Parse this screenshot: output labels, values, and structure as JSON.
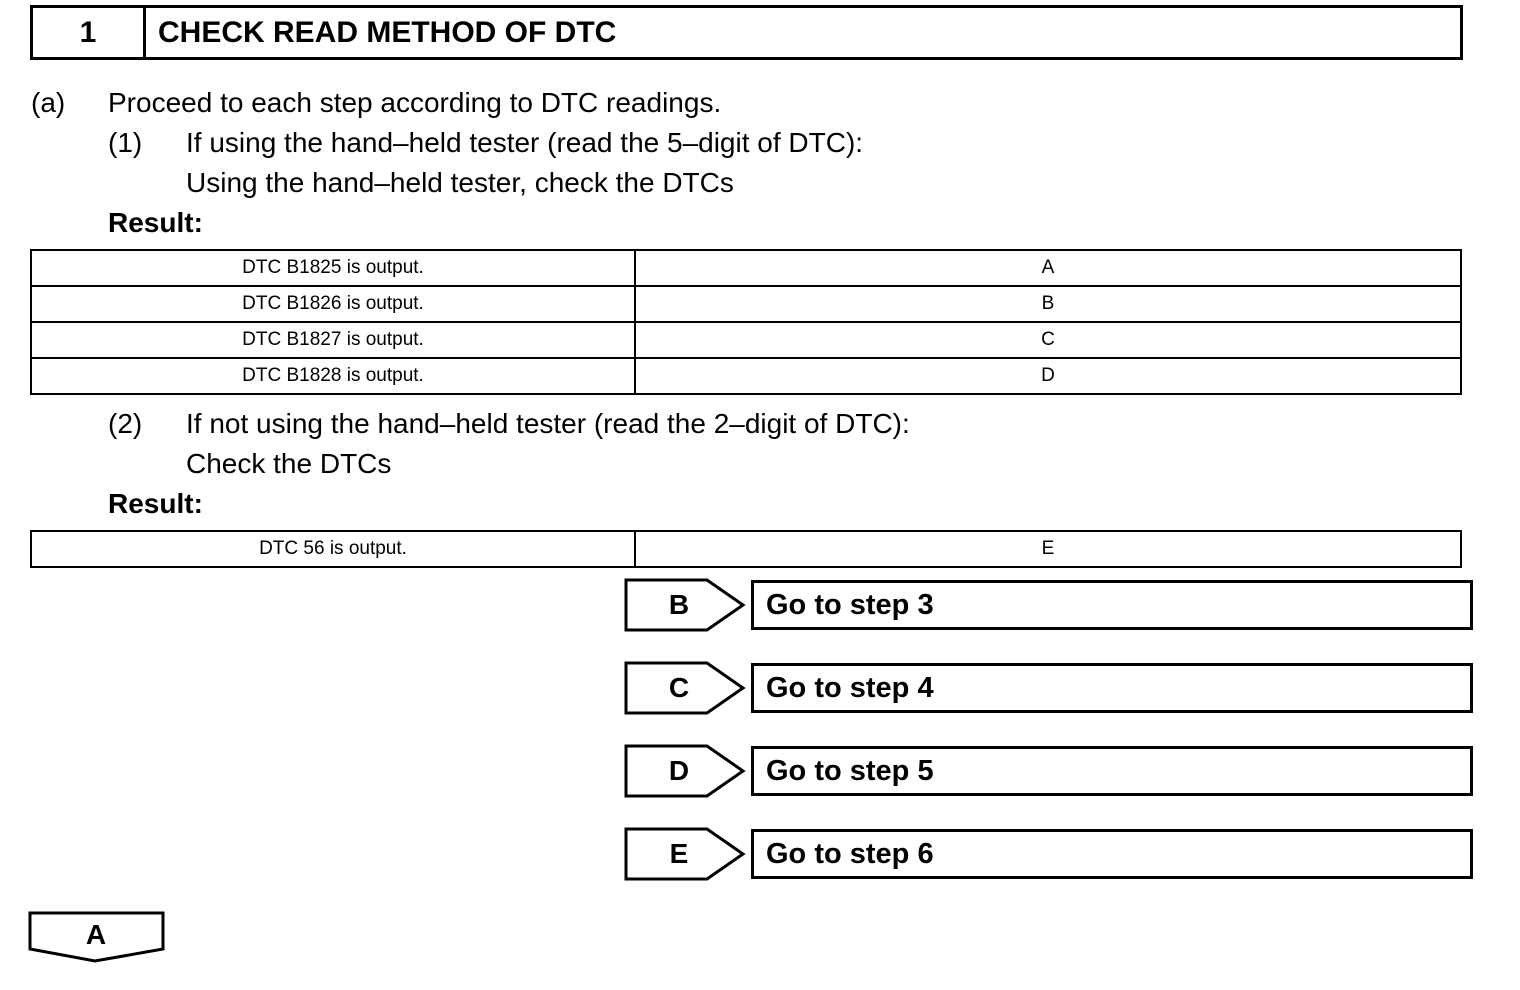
{
  "step": {
    "number": "1",
    "title": "CHECK READ METHOD OF DTC"
  },
  "instructions": {
    "a_marker": "(a)",
    "a_text": "Proceed to each step according to DTC readings.",
    "sub1_marker": "(1)",
    "sub1_line1": "If using the hand–held tester (read the 5–digit of DTC):",
    "sub1_line2": "Using the hand–held tester, check the DTCs",
    "result_label_1": "Result:",
    "sub2_marker": "(2)",
    "sub2_line1": "If not using the hand–held tester (read the 2–digit of DTC):",
    "sub2_line2": "Check the DTCs",
    "result_label_2": "Result:"
  },
  "table1": [
    {
      "condition": "DTC B1825 is output.",
      "result": "A"
    },
    {
      "condition": "DTC B1826 is output.",
      "result": "B"
    },
    {
      "condition": "DTC B1827 is output.",
      "result": "C"
    },
    {
      "condition": "DTC B1828 is output.",
      "result": "D"
    }
  ],
  "table2": [
    {
      "condition": "DTC 56 is output.",
      "result": "E"
    }
  ],
  "branches": [
    {
      "letter": "B",
      "target": "Go to step 3"
    },
    {
      "letter": "C",
      "target": "Go to step 4"
    },
    {
      "letter": "D",
      "target": "Go to step 5"
    },
    {
      "letter": "E",
      "target": "Go to step 6"
    }
  ],
  "continue": {
    "letter": "A"
  }
}
